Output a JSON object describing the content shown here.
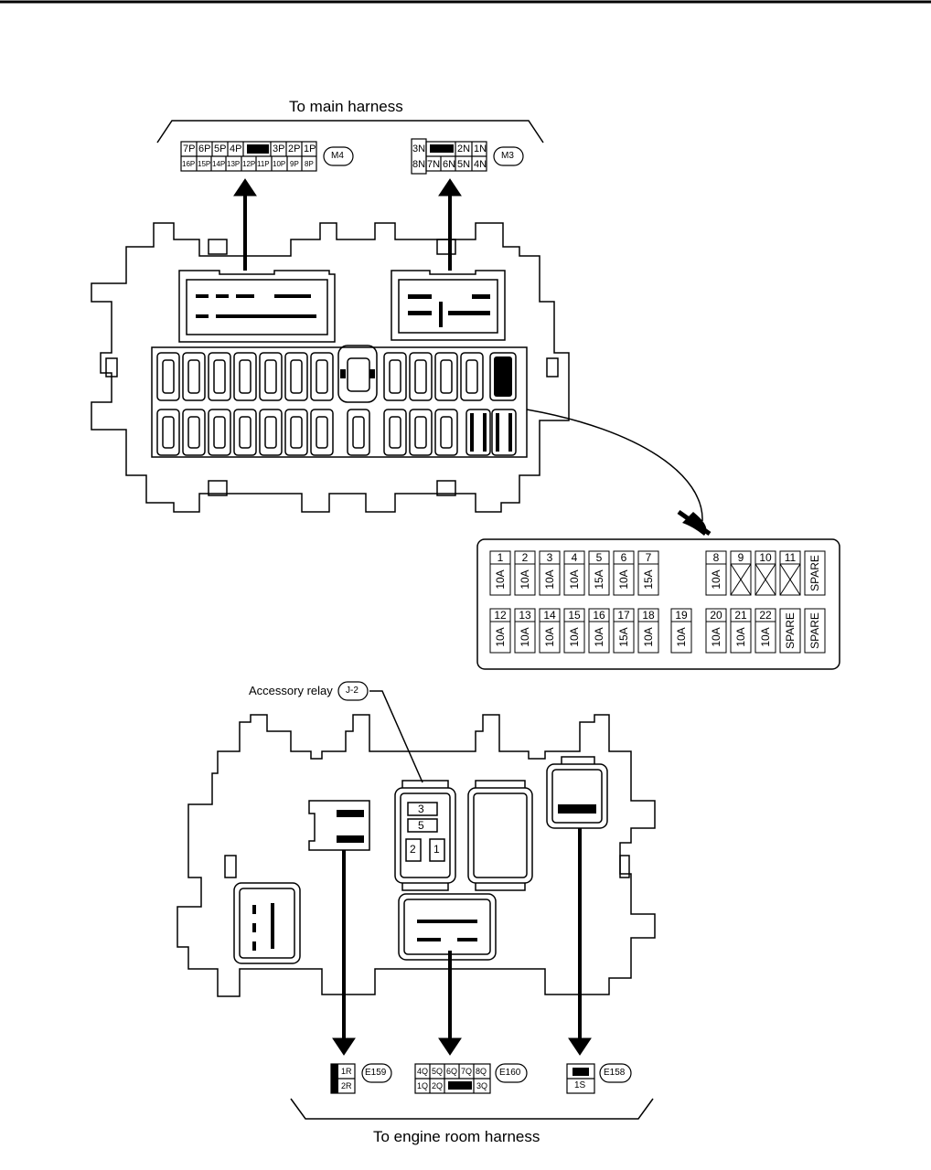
{
  "headers": {
    "top": "To main harness",
    "bottom": "To engine room harness",
    "relay_label": "Accessory relay",
    "relay_tag": "J-2"
  },
  "connectors": {
    "M4": {
      "tag": "M4",
      "row1": [
        "7P",
        "6P",
        "5P",
        "4P",
        "",
        "3P",
        "2P",
        "1P"
      ],
      "row2": [
        "16P",
        "15P",
        "14P",
        "13P",
        "12P",
        "11P",
        "10P",
        "9P",
        "8P"
      ]
    },
    "M3": {
      "tag": "M3",
      "row1": [
        "3N",
        "",
        "2N",
        "1N"
      ],
      "row2": [
        "8N",
        "7N",
        "6N",
        "5N",
        "4N"
      ]
    },
    "E159": {
      "tag": "E159",
      "pins": [
        "1R",
        "2R"
      ]
    },
    "E160": {
      "tag": "E160",
      "row1": [
        "4Q",
        "5Q",
        "6Q",
        "7Q",
        "8Q"
      ],
      "row2": [
        "1Q",
        "2Q",
        "",
        "3Q"
      ]
    },
    "E158": {
      "tag": "E158",
      "pins": [
        "1S"
      ]
    }
  },
  "relay_pins": [
    "3",
    "5",
    "2",
    "1"
  ],
  "fuses": {
    "top": [
      {
        "num": "1",
        "amp": "10A"
      },
      {
        "num": "2",
        "amp": "10A"
      },
      {
        "num": "3",
        "amp": "10A"
      },
      {
        "num": "4",
        "amp": "10A"
      },
      {
        "num": "5",
        "amp": "15A"
      },
      {
        "num": "6",
        "amp": "10A"
      },
      {
        "num": "7",
        "amp": "15A"
      },
      {
        "num": "8",
        "amp": "10A"
      },
      {
        "num": "9",
        "amp": ""
      },
      {
        "num": "10",
        "amp": ""
      },
      {
        "num": "11",
        "amp": ""
      },
      {
        "num": "",
        "amp": "SPARE"
      }
    ],
    "bottom": [
      {
        "num": "12",
        "amp": "10A"
      },
      {
        "num": "13",
        "amp": "10A"
      },
      {
        "num": "14",
        "amp": "10A"
      },
      {
        "num": "15",
        "amp": "10A"
      },
      {
        "num": "16",
        "amp": "10A"
      },
      {
        "num": "17",
        "amp": "15A"
      },
      {
        "num": "18",
        "amp": "10A"
      },
      {
        "num": "19",
        "amp": "10A"
      },
      {
        "num": "20",
        "amp": "10A"
      },
      {
        "num": "21",
        "amp": "10A"
      },
      {
        "num": "22",
        "amp": "10A"
      },
      {
        "num": "",
        "amp": "SPARE"
      },
      {
        "num": "",
        "amp": "SPARE"
      }
    ]
  }
}
